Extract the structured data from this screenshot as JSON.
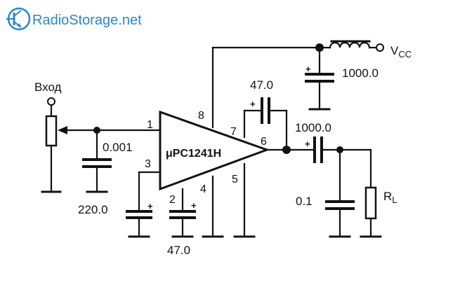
{
  "logo": {
    "text": "RadioStorage.net",
    "color": "#2a86c9"
  },
  "ic": {
    "label": "μPC1241H"
  },
  "pins": {
    "p1": "1",
    "p2": "2",
    "p3": "3",
    "p4": "4",
    "p5": "5",
    "p6": "6",
    "p7": "7",
    "p8": "8"
  },
  "labels": {
    "input": "Вход",
    "vcc": "V",
    "vcc_sub": "CC",
    "rl": "R",
    "rl_sub": "L",
    "polarity": "+"
  },
  "values": {
    "c_in": "0.001",
    "c_pin3": "220.0",
    "c_pin2": "47.0",
    "c_boot": "47.0",
    "c_vcc": "1000.0",
    "c_out": "1000.0",
    "c_zobel": "0.1"
  },
  "colors": {
    "wire": "#111111",
    "logo": "#2a86c9"
  }
}
